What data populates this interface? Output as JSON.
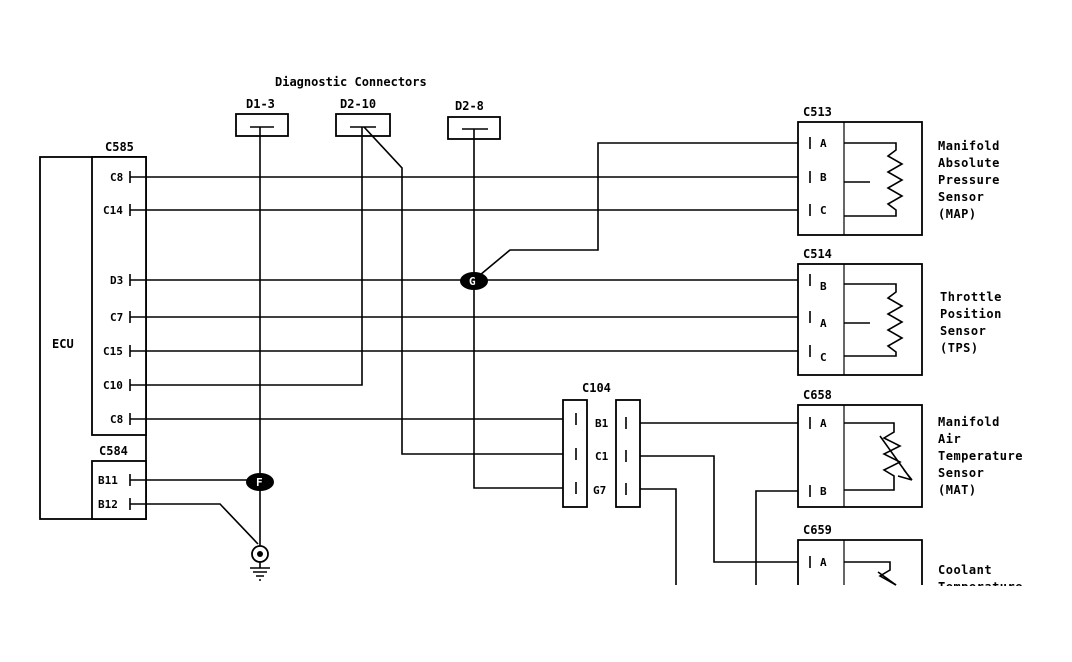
{
  "diagnostic": {
    "title": "Diagnostic Connectors",
    "d1": "D1-3",
    "d2a": "D2-10",
    "d2b": "D2-8"
  },
  "ecu": {
    "label": "ECU",
    "c585": "C585",
    "c584": "C584",
    "pins": [
      "C8",
      "C14",
      "D3",
      "C7",
      "C15",
      "C10",
      "C8"
    ],
    "pins_c584": [
      "B11",
      "B12"
    ]
  },
  "c104": {
    "label": "C104",
    "pins": [
      "B1",
      "C1",
      "G7"
    ]
  },
  "splices": {
    "g": "G",
    "f": "F"
  },
  "sensors": [
    {
      "connector": "C513",
      "pins": [
        "A",
        "B",
        "C"
      ],
      "name": [
        "Manifold",
        "Absolute",
        "Pressure",
        "Sensor",
        "(MAP)"
      ]
    },
    {
      "connector": "C514",
      "pins": [
        "B",
        "A",
        "C"
      ],
      "name": [
        "Throttle",
        "Position",
        "Sensor",
        "(TPS)"
      ]
    },
    {
      "connector": "C658",
      "pins": [
        "A",
        "B"
      ],
      "name": [
        "Manifold",
        "Air",
        "Temperature",
        "Sensor",
        "(MAT)"
      ]
    },
    {
      "connector": "C659",
      "pins": [
        "A"
      ],
      "name": [
        "Coolant",
        "Temperature"
      ]
    }
  ]
}
